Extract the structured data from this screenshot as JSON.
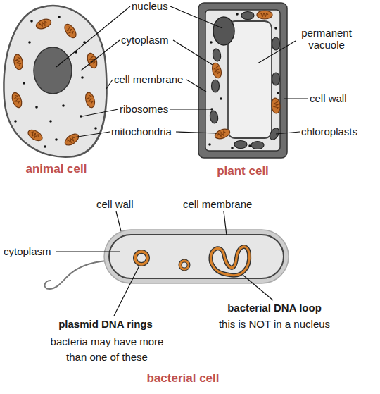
{
  "diagram": {
    "nodes": [
      {
        "text": [
          "animal cell"
        ]
      },
      {
        "text": [
          "plant cell"
        ]
      },
      {
        "text": [
          "bacterial cell"
        ]
      }
    ],
    "labels": [
      "nucleus",
      "cytoplasm",
      "cell membrane",
      "ribosomes",
      "mitochondria",
      "permanent vacuole",
      "cell wall",
      "chloroplasts",
      "cell wall",
      "cell membrane",
      "cytoplasm",
      "plasmid DNA rings",
      "bacteria may have more than one of these",
      "bacterial DNA loop",
      "this is NOT in a nucleus"
    ]
  }
}
